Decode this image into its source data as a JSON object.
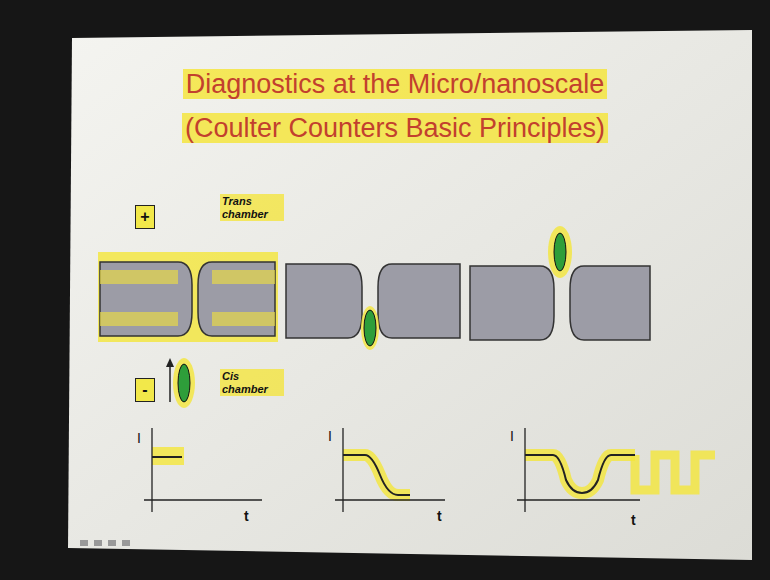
{
  "diagram": {
    "title": "Diagnostics at the Micro/nanoscale (Coulter Counters Basic Principles)",
    "nodes": [
      {
        "text": [
          "+"
        ]
      },
      {
        "text": [
          "-"
        ]
      }
    ],
    "labels": [
      "Trans chamber",
      "Cis chamber",
      "I",
      "t",
      "I",
      "t",
      "I",
      "t"
    ]
  }
}
